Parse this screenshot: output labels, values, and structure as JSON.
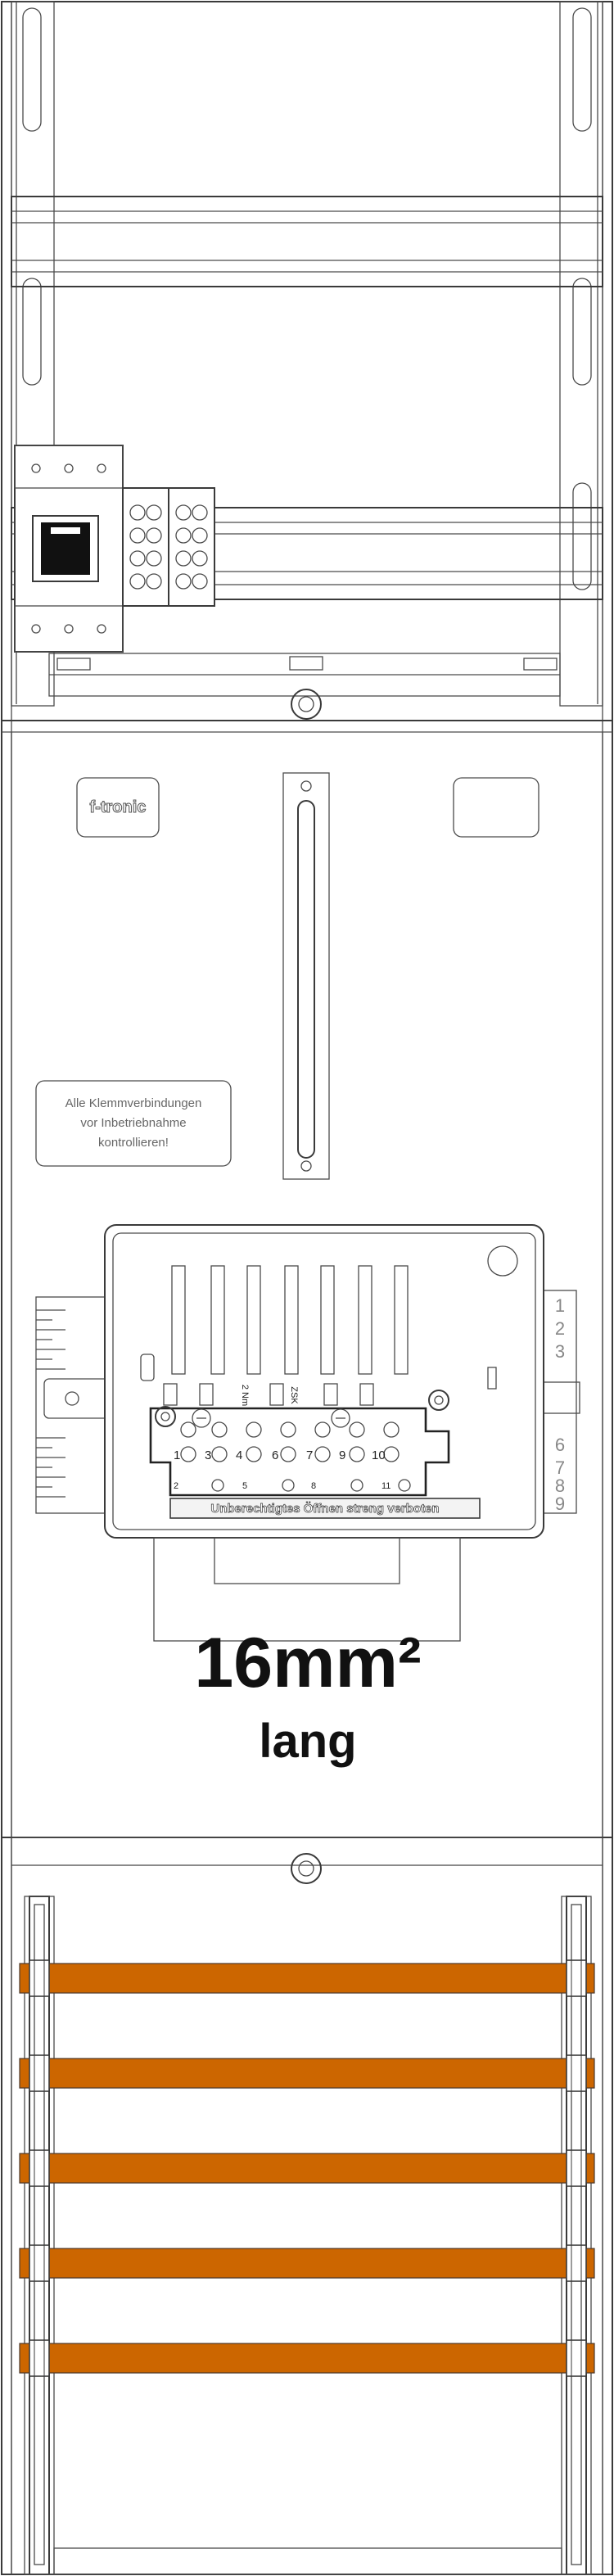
{
  "logo": {
    "text": "f-tronic"
  },
  "warning_label": {
    "lines": [
      "Alle Klemmverbindungen",
      "vor Inbetriebnahme",
      "kontrollieren!"
    ]
  },
  "meter_mount": {
    "torque": "2 Nm",
    "code": "ZSK",
    "terminal_numbers": [
      "1",
      "3",
      "4",
      "6",
      "7",
      "9",
      "10"
    ],
    "small_terminal_numbers": [
      "2",
      "5",
      "8",
      "11"
    ],
    "seal_notice": "Unberechtigtes Öffnen streng verboten",
    "scale_right": [
      "1",
      "2",
      "3",
      "6",
      "7",
      "8",
      "9"
    ]
  },
  "caption": {
    "size": "16mm²",
    "variant": "lang"
  },
  "busbars": {
    "count": 5,
    "color": "#cc6600"
  }
}
